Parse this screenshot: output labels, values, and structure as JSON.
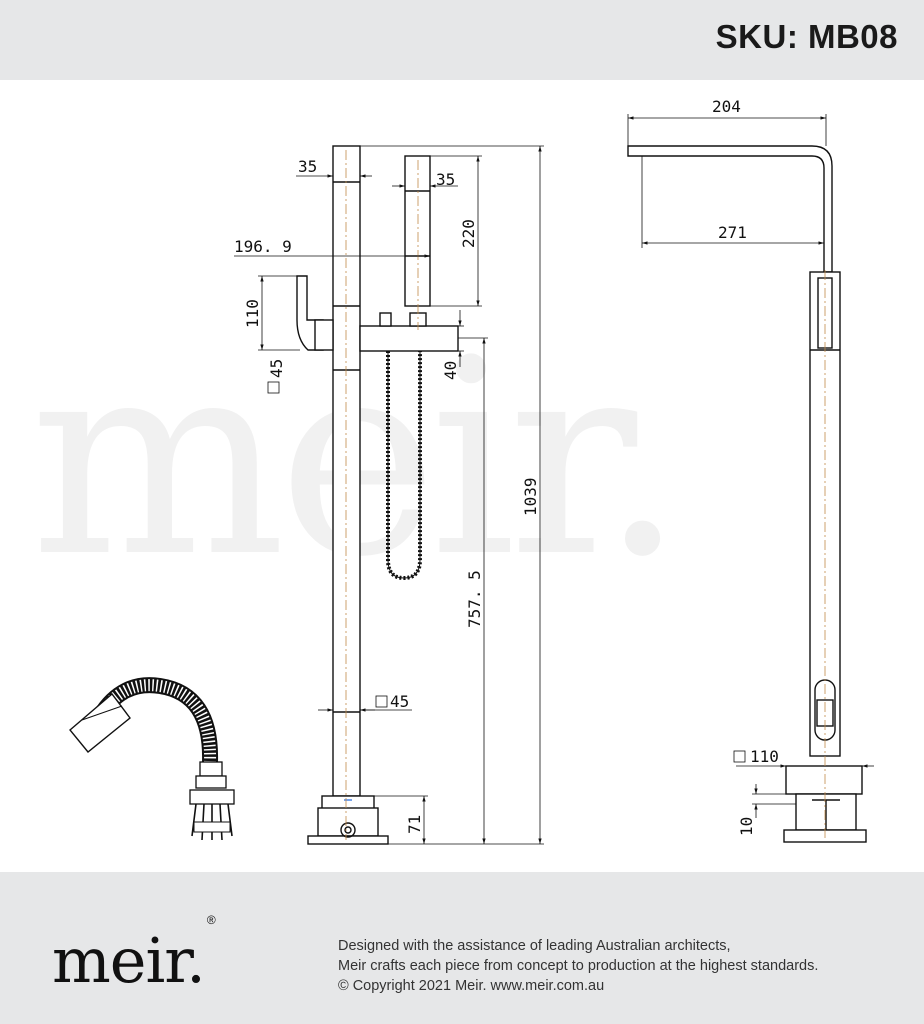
{
  "header": {
    "sku": "SKU: MB08"
  },
  "watermark": "meir.",
  "dimensions": {
    "d35_left": "35",
    "d35_right": "35",
    "d220": "220",
    "d196_9": "196. 9",
    "d110": "110",
    "d45_handle": "45",
    "d40": "40",
    "d1039": "1039",
    "d757_5": "757. 5",
    "d45_body": "45",
    "d71": "71",
    "d204": "204",
    "d271": "271",
    "d110_base": "110",
    "d10": "10"
  },
  "footer": {
    "logo": "meir.",
    "registered": "®",
    "line1": "Designed with the assistance of leading Australian architects,",
    "line2": "Meir crafts each piece from concept to production at the highest standards.",
    "line3": "© Copyright 2021 Meir. www.meir.com.au"
  }
}
